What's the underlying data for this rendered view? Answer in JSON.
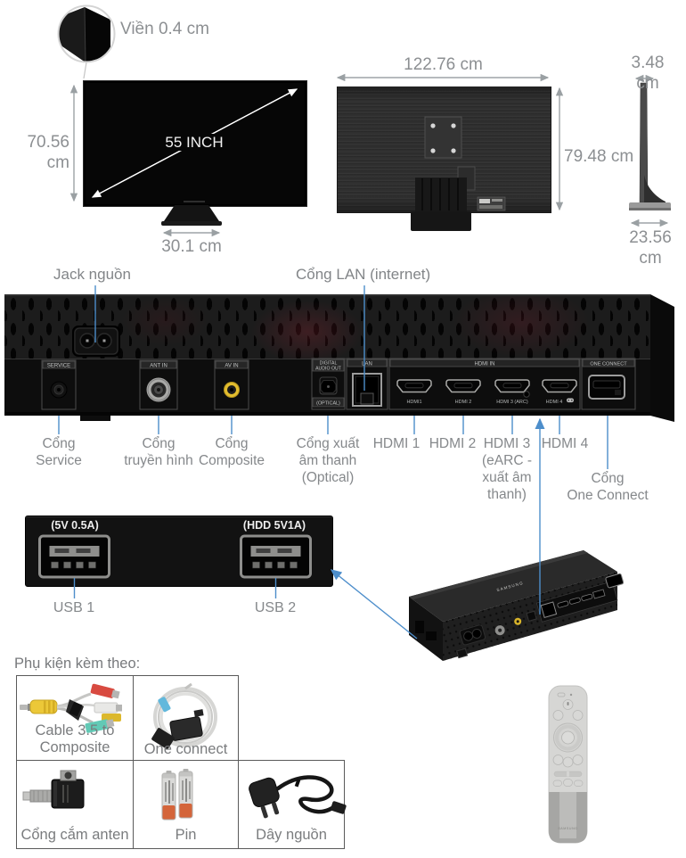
{
  "front_view": {
    "bezel_label": "Viền 0.4 cm",
    "height_label": "70.56 cm",
    "diagonal_label": "55 INCH",
    "stand_width_label": "30.1 cm"
  },
  "back_view": {
    "width_label": "122.76 cm",
    "height_label": "79.48 cm"
  },
  "side_view": {
    "depth_label": "3.48 cm",
    "stand_depth_label": "23.56 cm"
  },
  "rear_panel": {
    "power_callout": "Jack nguồn",
    "lan_callout": "Cổng LAN (internet)",
    "port_tags": {
      "service": "SERVICE",
      "ant_in": "ANT IN",
      "av_in": "AV IN",
      "digital_line1": "DIGITAL",
      "digital_line2": "AUDIO OUT",
      "optical": "(OPTICAL)",
      "lan": "LAN",
      "hdmi_in": "HDMI IN",
      "hdmi1": "HDMI1",
      "hdmi2": "HDMI 2",
      "hdmi3": "HDMI 3 (ARC)",
      "hdmi4": "HDMI 4",
      "one_connect": "ONE CONNECT"
    },
    "callouts": {
      "service": "Cổng\nService",
      "antenna": "Cổng\ntruyền hình",
      "composite": "Cổng\nComposite",
      "optical": "Cổng xuất\nâm thanh\n(Optical)",
      "hdmi1": "HDMI 1",
      "hdmi2": "HDMI 2",
      "hdmi3": "HDMI 3\n(eARC -\nxuất âm\nthanh)",
      "hdmi4": "HDMI 4",
      "one_connect": "Cổng\nOne Connect"
    }
  },
  "usb_panel": {
    "port1_tag": "(5V 0.5A)",
    "port2_tag": "(HDD 5V1A)",
    "port1_label": "USB 1",
    "port2_label": "USB 2"
  },
  "one_connect_box": {
    "brand": "SAMSUNG"
  },
  "remote": {
    "brand": "SAMSUNG"
  },
  "accessories": {
    "title": "Phụ kiện kèm theo:",
    "items": [
      {
        "label": "Cable 3.5 to\nComposite"
      },
      {
        "label": "One connect"
      },
      {
        "label": "Cổng cắm anten"
      },
      {
        "label": "Pin"
      },
      {
        "label": "Dây nguồn"
      }
    ]
  },
  "colors": {
    "callout_blue": "#4d8ecb",
    "dimension_gray": "#8c8f92",
    "panel_black": "#1c1c1c"
  }
}
